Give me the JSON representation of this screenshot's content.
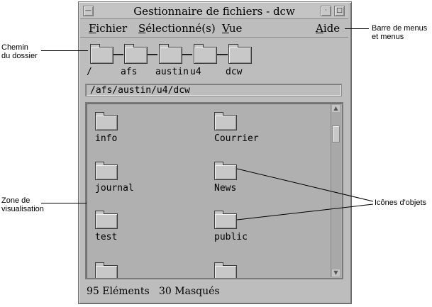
{
  "window": {
    "title": "Gestionnaire de fichiers - dcw"
  },
  "menubar": {
    "items": [
      "Fichier",
      "Sélectionné(s)",
      "Vue"
    ],
    "help": "Aide"
  },
  "path": {
    "segments": [
      "/",
      "afs",
      "austin",
      "u4",
      "dcw"
    ],
    "field_value": "/afs/austin/u4/dcw"
  },
  "objects": [
    {
      "name": "info"
    },
    {
      "name": "Courrier"
    },
    {
      "name": "journal"
    },
    {
      "name": "News"
    },
    {
      "name": "test"
    },
    {
      "name": "public"
    }
  ],
  "status": {
    "count_text": "95 Eléments",
    "hidden_text": "30 Masqués"
  },
  "callouts": {
    "menubar_line1": "Barre de menus",
    "menubar_line2": "et menus",
    "path_line1": "Chemin",
    "path_line2": "du dossier",
    "view_line1": "Zone de",
    "view_line2": "visualisation",
    "icons": "Icônes d'objets"
  }
}
